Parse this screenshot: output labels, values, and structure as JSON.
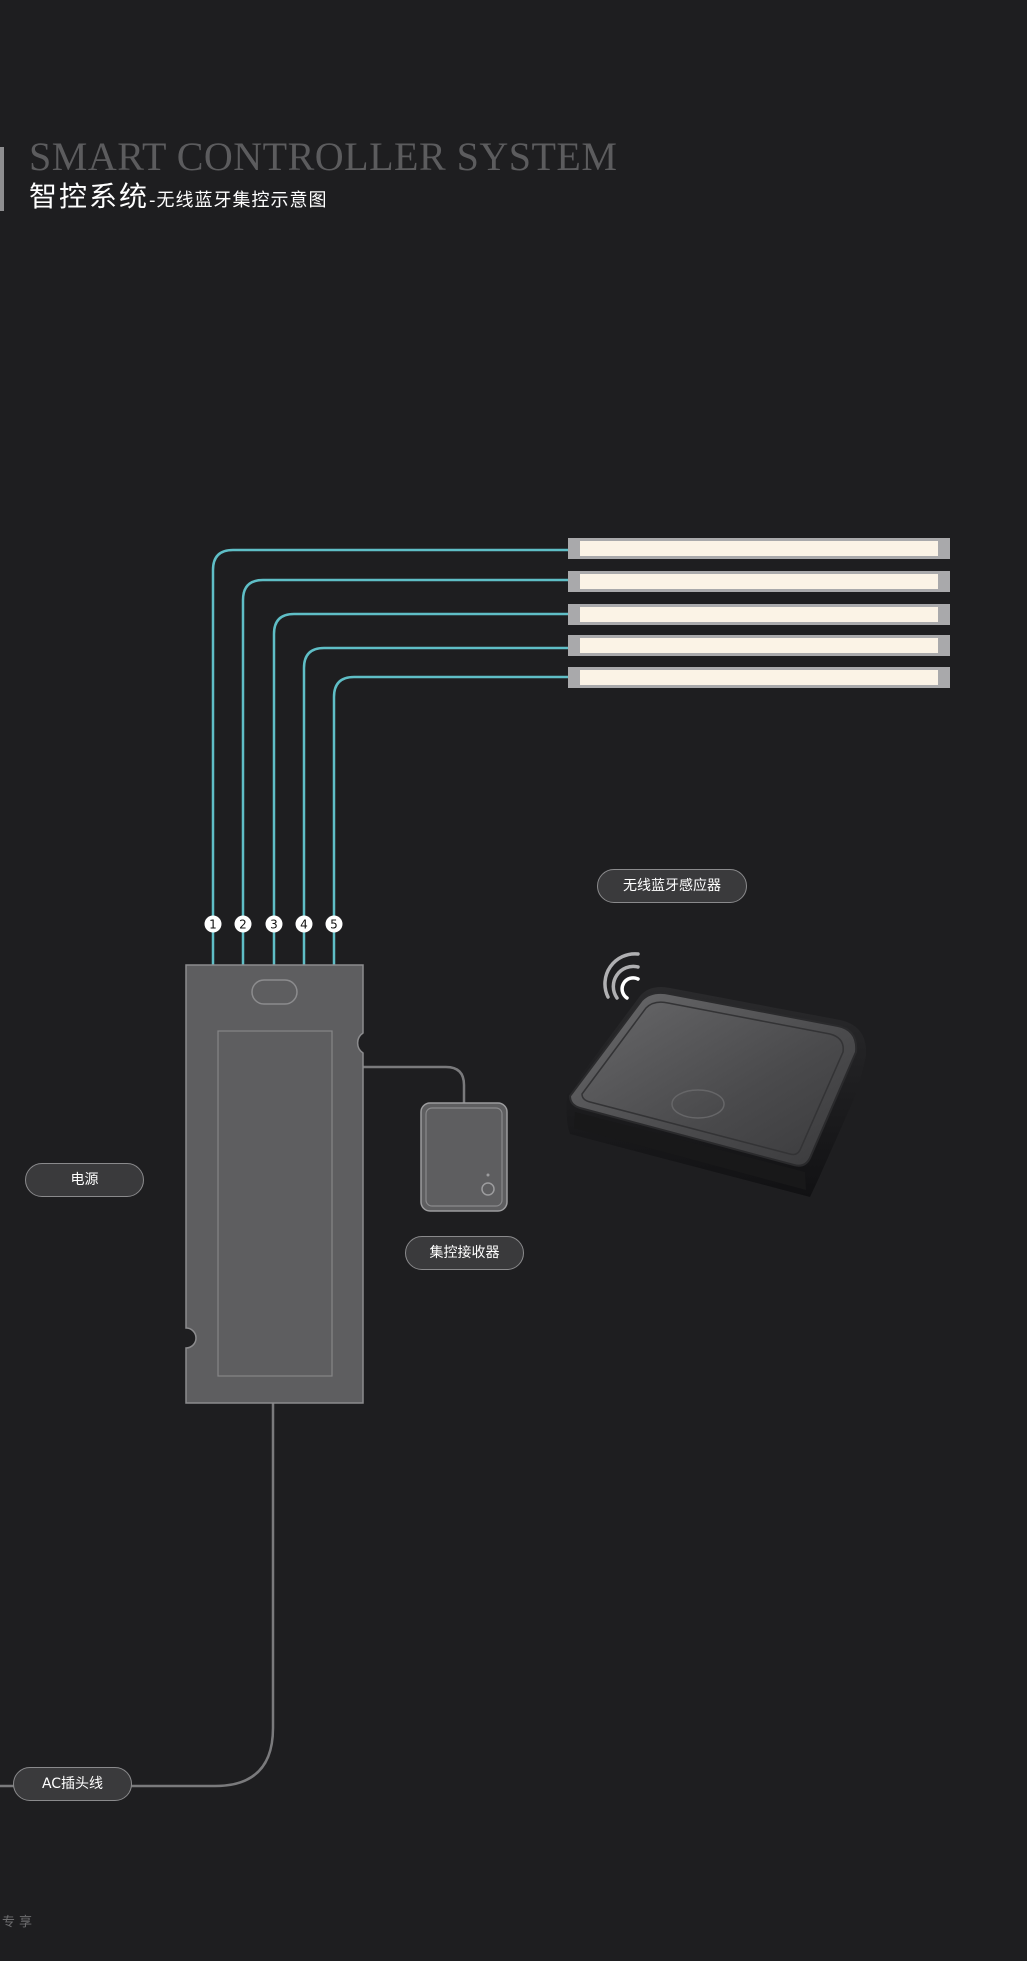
{
  "header": {
    "title_en": "SMART CONTROLLER SYSTEM",
    "title_zh": "智控系统",
    "separator": "-",
    "subtitle_zh": "无线蓝牙集控示意图"
  },
  "diagram": {
    "ports": [
      "1",
      "2",
      "3",
      "4",
      "5"
    ],
    "labels": {
      "sensor": "无线蓝牙感应器",
      "power": "电源",
      "receiver": "集控接收器",
      "ac_plug": "AC插头线"
    }
  },
  "footer": {
    "text": "专享"
  },
  "colors": {
    "background": "#1e1e20",
    "wire_cyan": "#5fbec6",
    "wire_gray": "#7a7a7c",
    "power_body": "#5e5e60",
    "light_bar": "#fbf3e6"
  }
}
